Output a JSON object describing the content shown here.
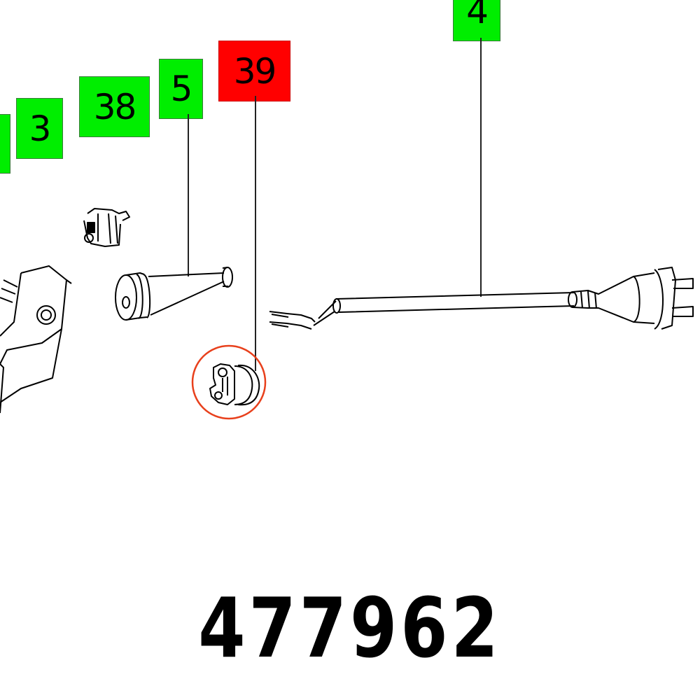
{
  "diagram": {
    "type": "exploded-parts-view",
    "part_number": "477962",
    "highlight_color": "#ff0000",
    "label_color": "#00ee00",
    "circle_color": "#e8401c",
    "labels": [
      {
        "id": "edge",
        "text": "",
        "highlighted": false
      },
      {
        "id": "3",
        "text": "3",
        "highlighted": false
      },
      {
        "id": "38",
        "text": "38",
        "highlighted": false
      },
      {
        "id": "5",
        "text": "5",
        "highlighted": false
      },
      {
        "id": "39",
        "text": "39",
        "highlighted": true
      },
      {
        "id": "4",
        "text": "4",
        "highlighted": false
      }
    ],
    "parts": [
      {
        "name": "switch",
        "label": ""
      },
      {
        "name": "cable-clamp",
        "label": "38"
      },
      {
        "name": "cable-sleeve",
        "label": "5"
      },
      {
        "name": "strain-relief-clamp",
        "label": "39",
        "circled": true
      },
      {
        "name": "power-cable-with-plug",
        "label": "4"
      }
    ]
  }
}
